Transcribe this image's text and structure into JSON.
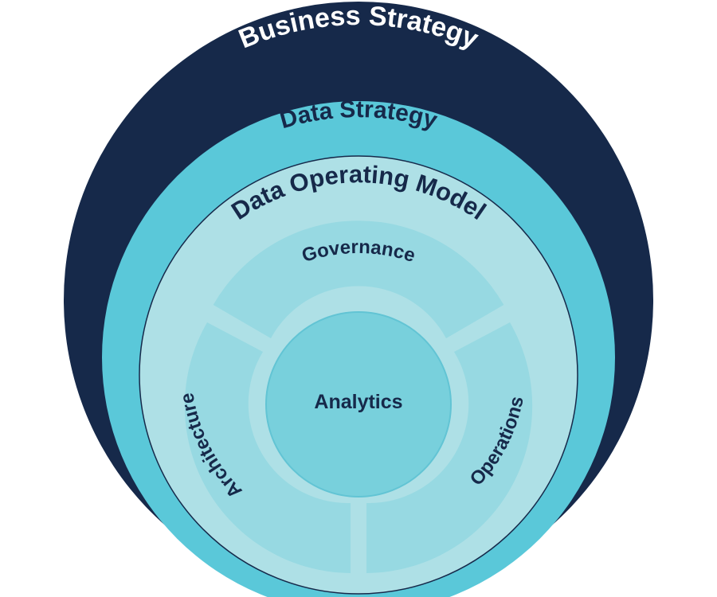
{
  "layers": {
    "business_strategy": {
      "label": "Business Strategy"
    },
    "data_strategy": {
      "label": "Data Strategy"
    },
    "data_operating_model": {
      "label": "Data Operating Model"
    },
    "governance": {
      "label": "Governance"
    },
    "architecture": {
      "label": "Architecture"
    },
    "operations": {
      "label": "Operations"
    },
    "analytics": {
      "label": "Analytics"
    }
  },
  "colors": {
    "business_strategy": "#16294a",
    "data_strategy": "#5ac8d9",
    "data_operating_model": "#aee0e6",
    "segment": "#97d9e2",
    "analytics": "#78d0dc",
    "analytics_stroke": "#62c4d4",
    "text_light": "#ffffff",
    "text_dark": "#16294a"
  }
}
